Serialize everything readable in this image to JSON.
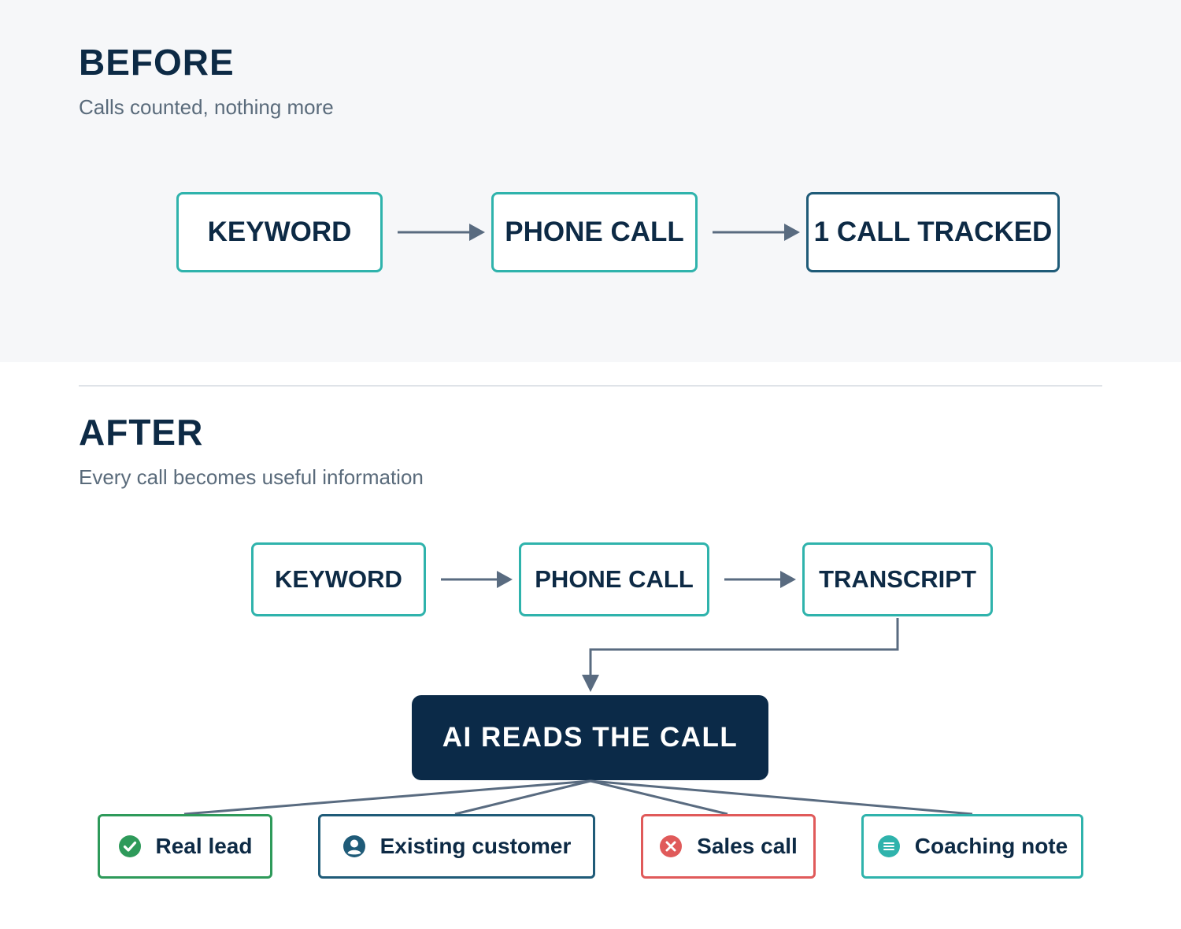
{
  "before": {
    "title": "BEFORE",
    "subtitle": "Calls counted, nothing more",
    "nodes": [
      "KEYWORD",
      "PHONE CALL",
      "1 CALL TRACKED"
    ]
  },
  "after": {
    "title": "AFTER",
    "subtitle": "Every call becomes useful information",
    "nodes": [
      "KEYWORD",
      "PHONE CALL",
      "TRANSCRIPT"
    ],
    "ai_node": "AI READS THE CALL",
    "outcomes": [
      {
        "label": "Real lead",
        "icon": "check-circle-icon",
        "color": "#2e9a5a"
      },
      {
        "label": "Existing customer",
        "icon": "user-circle-icon",
        "color": "#1f5b78"
      },
      {
        "label": "Sales call",
        "icon": "x-circle-icon",
        "color": "#e05a5a"
      },
      {
        "label": "Coaching note",
        "icon": "note-circle-icon",
        "color": "#2fb3ac"
      }
    ]
  },
  "colors": {
    "navy": "#0d2a45",
    "teal": "#2fb3ac",
    "arrow": "#596b80",
    "ai_background": "#0b2a48"
  }
}
